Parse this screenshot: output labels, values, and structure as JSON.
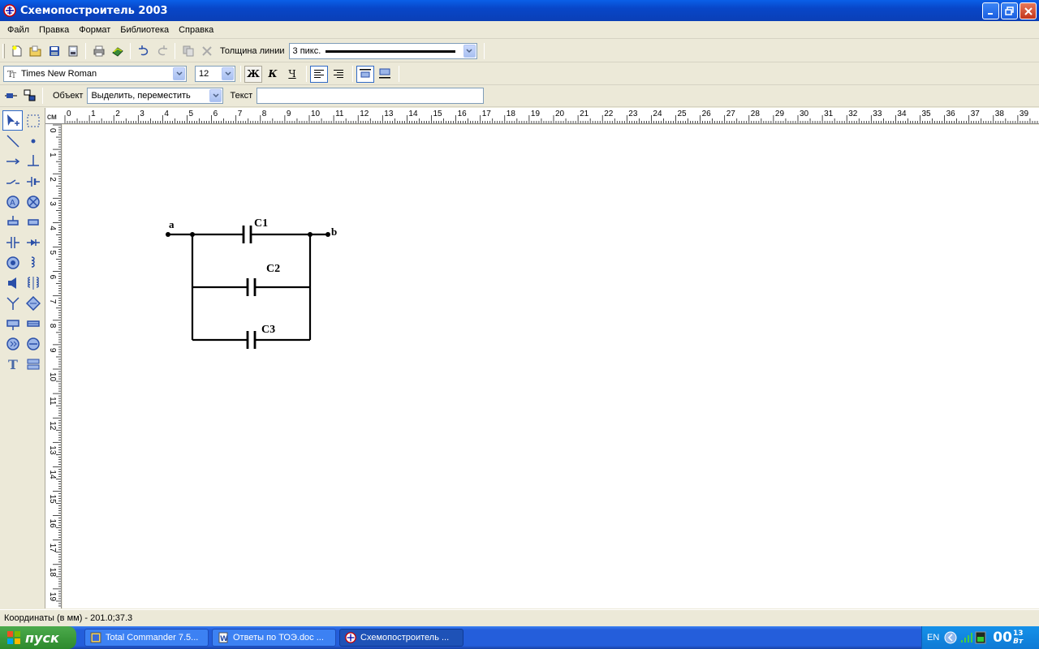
{
  "window": {
    "title": "Схемопостроитель 2003"
  },
  "menu": [
    "Файл",
    "Правка",
    "Формат",
    "Библиотека",
    "Справка"
  ],
  "toolbar1": {
    "line_width_label": "Толщина линии",
    "line_width_value": "3 пикс."
  },
  "toolbar2": {
    "font_name": "Times New Roman",
    "font_size": "12",
    "bold": "Ж",
    "italic": "К",
    "underline": "Ч"
  },
  "toolbar3": {
    "object_label": "Объект",
    "object_mode": "Выделить, переместить",
    "text_label": "Текст",
    "text_value": ""
  },
  "ruler": {
    "unit": "см",
    "top_ticks": [
      "0",
      "1",
      "2",
      "3",
      "4",
      "5",
      "6",
      "7",
      "8",
      "9",
      "10",
      "11",
      "12",
      "13",
      "14",
      "15",
      "16",
      "17",
      "18",
      "19",
      "20",
      "21",
      "22",
      "23",
      "24",
      "25",
      "26",
      "27",
      "28",
      "29",
      "30",
      "31",
      "32",
      "33",
      "34",
      "35",
      "36",
      "37",
      "38",
      "39"
    ],
    "left_ticks": [
      "0",
      "1",
      "2",
      "3",
      "4",
      "5",
      "6",
      "7",
      "8",
      "9",
      "10",
      "11",
      "12",
      "13",
      "14",
      "15",
      "16",
      "17",
      "18",
      "19"
    ]
  },
  "schematic": {
    "nodes": [
      "a",
      "b"
    ],
    "components": [
      "C1",
      "C2",
      "C3"
    ]
  },
  "status": {
    "coordinates": "Координаты (в мм) - 201.0;37.3"
  },
  "taskbar": {
    "start": "пуск",
    "tasks": [
      "Total Commander 7.5...",
      "Ответы по ТОЭ.doc ...",
      "Схемопостроитель ..."
    ],
    "lang": "EN",
    "clock_big": "00",
    "clock_small_top": "13",
    "clock_small_bottom": "Вт"
  }
}
